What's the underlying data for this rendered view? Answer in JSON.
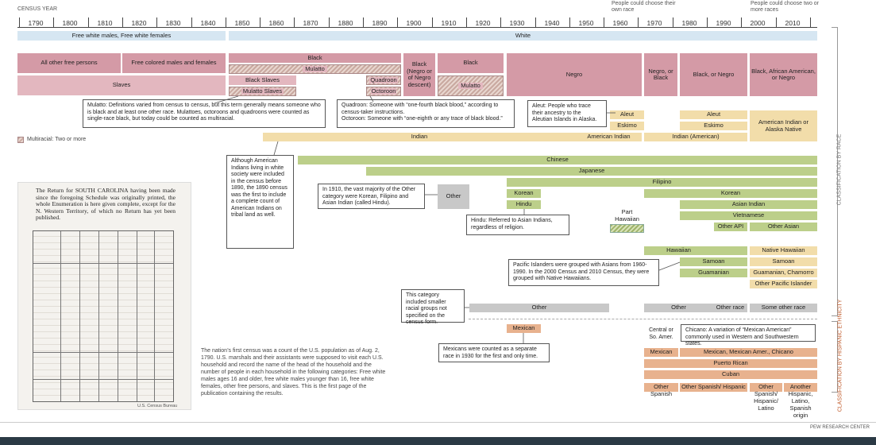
{
  "header": {
    "census_year_label": "CENSUS YEAR",
    "note_choose_own": "People could choose their own race",
    "note_choose_two": "People could choose two or more races"
  },
  "years": [
    "1790",
    "1800",
    "1810",
    "1820",
    "1830",
    "1840",
    "1850",
    "1860",
    "1870",
    "1880",
    "1890",
    "1900",
    "1910",
    "1920",
    "1930",
    "1940",
    "1950",
    "1960",
    "1970",
    "1980",
    "1990",
    "2000",
    "2010"
  ],
  "categories": {
    "white_free": "Free white males, Free white females",
    "white": "White",
    "all_other_free": "All other free persons",
    "free_colored": "Free colored males and females",
    "slaves": "Slaves",
    "black_1850": "Black",
    "mulatto_1850": "Mulatto",
    "black_slaves": "Black Slaves",
    "mulatto_slaves": "Mulatto Slaves",
    "black_1900": "Black (Negro or of Negro descent)",
    "black_1910": "Black",
    "mulatto_1910": "Mulatto",
    "quadroon": "Quadroon",
    "octoroon": "Octoroon",
    "negro": "Negro",
    "negro_or_black": "Negro, or Black",
    "black_or_negro": "Black, or Negro",
    "black_aa_negro": "Black, African American, or Negro",
    "indian": "Indian",
    "american_indian": "American Indian",
    "indian_american": "Indian (American)",
    "ai_alaska": "American Indian or Alaska Native",
    "aleut": "Aleut",
    "eskimo": "Eskimo",
    "chinese": "Chinese",
    "japanese": "Japanese",
    "filipino": "Filipino",
    "other_1910": "Other",
    "korean": "Korean",
    "hindu": "Hindu",
    "asian_indian": "Asian Indian",
    "vietnamese": "Vietnamese",
    "other_api": "Other API",
    "other_asian": "Other Asian",
    "part_hawaiian": "Part Hawaiian",
    "hawaiian": "Hawaiian",
    "native_hawaiian": "Native Hawaiian",
    "samoan": "Samoan",
    "guamanian": "Guamanian",
    "guamanian_chamorro": "Guamanian, Chamorro",
    "other_pacific": "Other Pacific Islander",
    "other": "Other",
    "other_race": "Other race",
    "some_other_race": "Some other race",
    "mexican_1930": "Mexican",
    "central_sa": "Central or So. Amer.",
    "mexican": "Mexican",
    "mexican_amer_chicano": "Mexican, Mexican Amer., Chicano",
    "puerto_rican": "Puerto Rican",
    "cuban": "Cuban",
    "other_spanish": "Other Spanish",
    "other_spanish_hispanic": "Other Spanish/ Hispanic",
    "other_shl": "Other Spanish/ Hispanic/ Latino",
    "another_hls": "Another Hispanic, Latino, Spanish origin"
  },
  "notes": {
    "mulatto": "Mulatto: Definitions varied from census to census, but this term generally means someone who is black and at least one other race. Mulattoes, octoroons and quadroons were counted as single-race black, but today could be counted as multiracial.",
    "quadroon": "Quadroon: Someone with “one-fourth black blood,” according to census-taker instructions.",
    "octoroon": "Octoroon: Someone with “one-eighth or any trace of black blood.”",
    "aleut": "Aleut: People who trace their ancestry to the Aleutian Islands in Alaska.",
    "indians": "Although American Indians living in white society were included in the census before 1890, the 1890 census was the first to include a complete count of American Indians on tribal land as well.",
    "other1910": "In 1910, the vast majority of the Other category were Korean, Filipino and Asian Indian (called Hindu).",
    "hindu": "Hindu: Referred to Asian Indians, regardless of religion.",
    "pacific": "Pacific Islanders were grouped with Asians from 1960-1990. In the 2000 Census and 2010 Census, they were grouped with Native Hawaiians.",
    "other_cat": "This category included smaller racial groups not specified on the census form.",
    "mexicans": "Mexicans were counted as a separate race in 1930 for the first and only time.",
    "chicano": "Chicano: A variation of “Mexican American” commonly used in Western and Southwestern states."
  },
  "legend": {
    "multiracial": "Multiracial: Two or more"
  },
  "side_labels": {
    "race": "CLASSIFICATION BY RACE",
    "hispanic": "CLASSIFICATION BY HISPANIC ETHNICITY"
  },
  "document": {
    "title": "The Return for SOUTH CAROLINA having been made since the foregoing Schedule was originally printed, the whole Enumeration is here given complete, except for the N. Western Territory, of which no Return has yet been published.",
    "credit": "U.S. Census Bureau"
  },
  "caption": "The nation’s first census was a count of the U.S. population as of Aug. 2, 1790. U.S. marshals and their assistants were supposed to visit each U.S. household and record the name of the head of the household and the number of people in each household in the following categories: Free white males ages 16 and older, free white males younger than 16, free white females, other free persons, and slaves. This is the first page of the publication containing the results.",
  "source": "PEW RESEARCH CENTER",
  "colors": {
    "white": "#d6e6f2",
    "black": "#d49aa6",
    "indian": "#f2ddaa",
    "asian": "#bccf8a",
    "other": "#c8c8c8",
    "hispanic": "#e8b28e"
  }
}
